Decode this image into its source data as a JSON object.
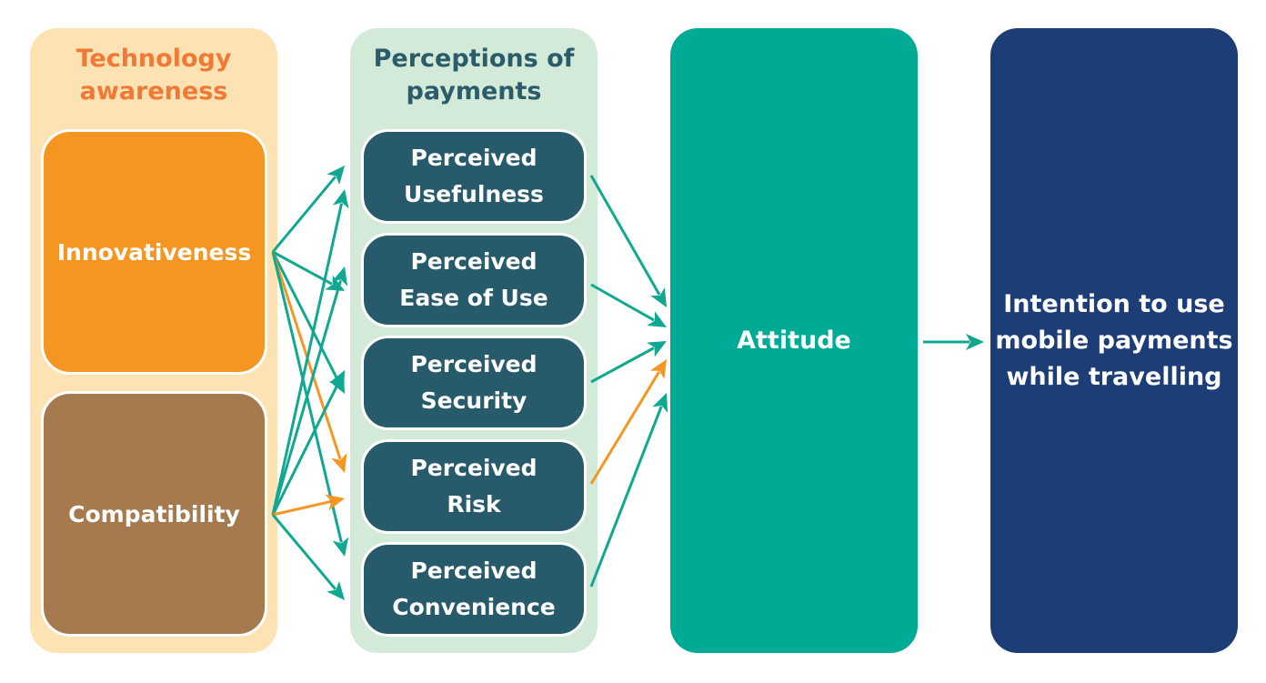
{
  "colors": {
    "teal_arrow": "#10a891",
    "orange_arrow": "#f59622"
  },
  "groups": {
    "technology_awareness": {
      "title": "Technology awareness"
    },
    "perceptions_of_payments": {
      "title": "Perceptions of payments"
    }
  },
  "nodes": {
    "innovativeness": "Innovativeness",
    "compatibility": "Compatibility",
    "perceptions": [
      {
        "line1": "Perceived",
        "line2": "Usefulness"
      },
      {
        "line1": "Perceived",
        "line2": "Ease of Use"
      },
      {
        "line1": "Perceived",
        "line2": "Security"
      },
      {
        "line1": "Perceived",
        "line2": "Risk"
      },
      {
        "line1": "Perceived",
        "line2": "Convenience"
      }
    ],
    "attitude": "Attitude",
    "intention": {
      "line1": "Intention to use",
      "line2": "mobile payments",
      "line3": "while travelling"
    }
  },
  "edges": [
    {
      "from": "Innovativeness",
      "to": "Perceived Usefulness",
      "type": "positive"
    },
    {
      "from": "Innovativeness",
      "to": "Perceived Ease of Use",
      "type": "positive"
    },
    {
      "from": "Innovativeness",
      "to": "Perceived Security",
      "type": "positive"
    },
    {
      "from": "Innovativeness",
      "to": "Perceived Risk",
      "type": "negative"
    },
    {
      "from": "Innovativeness",
      "to": "Perceived Convenience",
      "type": "positive"
    },
    {
      "from": "Compatibility",
      "to": "Perceived Usefulness",
      "type": "positive"
    },
    {
      "from": "Compatibility",
      "to": "Perceived Ease of Use",
      "type": "positive"
    },
    {
      "from": "Compatibility",
      "to": "Perceived Security",
      "type": "positive"
    },
    {
      "from": "Compatibility",
      "to": "Perceived Risk",
      "type": "negative"
    },
    {
      "from": "Compatibility",
      "to": "Perceived Convenience",
      "type": "positive"
    },
    {
      "from": "Perceived Usefulness",
      "to": "Attitude",
      "type": "positive"
    },
    {
      "from": "Perceived Ease of Use",
      "to": "Attitude",
      "type": "positive"
    },
    {
      "from": "Perceived Security",
      "to": "Attitude",
      "type": "positive"
    },
    {
      "from": "Perceived Risk",
      "to": "Attitude",
      "type": "negative"
    },
    {
      "from": "Perceived Convenience",
      "to": "Attitude",
      "type": "positive"
    },
    {
      "from": "Attitude",
      "to": "Intention to use mobile payments while travelling",
      "type": "positive"
    }
  ]
}
